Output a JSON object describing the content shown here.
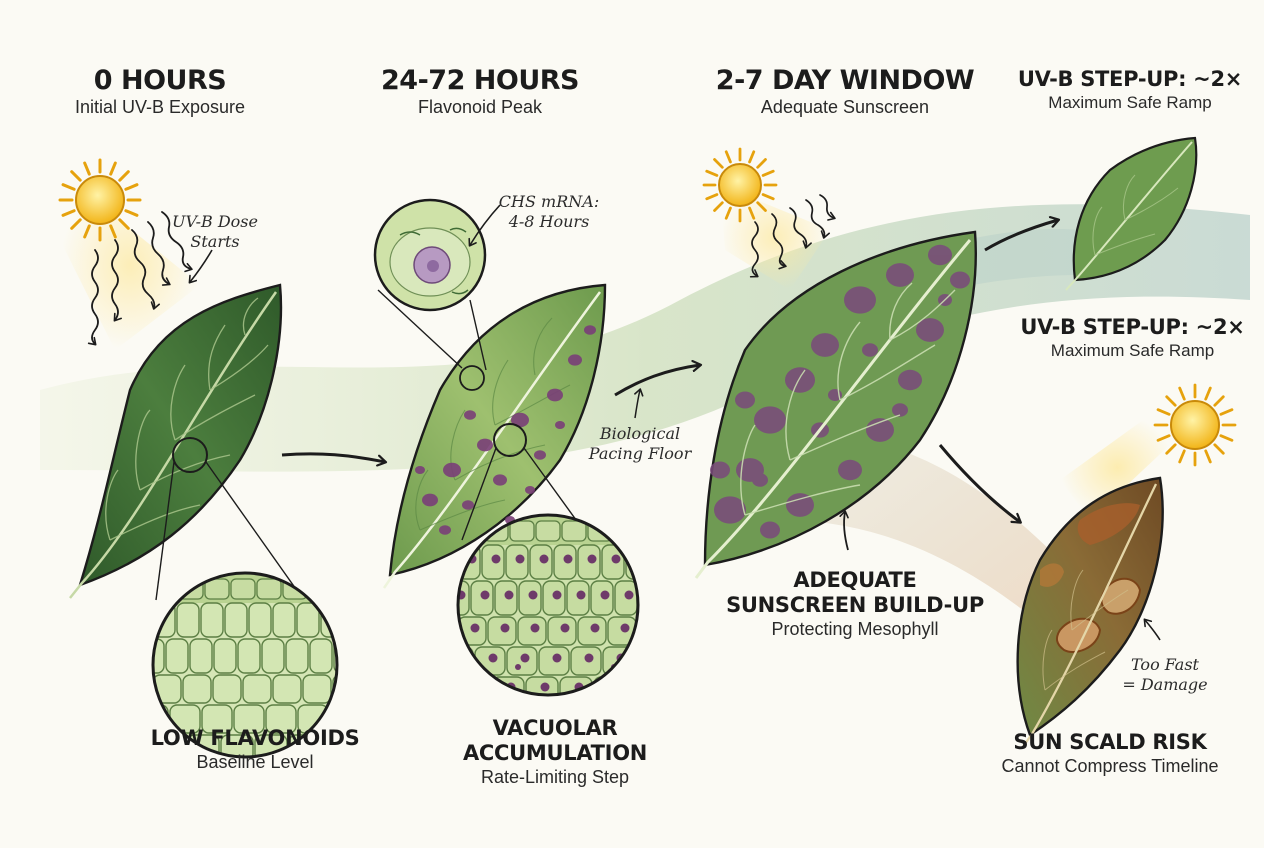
{
  "stages": [
    {
      "title": "0 HOURS",
      "subtitle": "Initial UV-B Exposure"
    },
    {
      "title": "24-72 HOURS",
      "subtitle": "Flavonoid Peak"
    },
    {
      "title": "2-7 DAY WINDOW",
      "subtitle": "Adequate Sunscreen"
    },
    {
      "title": "UV-B STEP-UP: ~2×",
      "subtitle": "Maximum Safe Ramp"
    }
  ],
  "step_up": {
    "title": "UV-B STEP-UP: ~2×",
    "subtitle": "Maximum Safe Ramp"
  },
  "annotations": {
    "dose_line1": "UV-B Dose",
    "dose_line2": "Starts",
    "chs_line1": "CHS mRNA:",
    "chs_line2": "4-8 Hours",
    "pacing_line1": "Biological",
    "pacing_line2": "Pacing Floor",
    "fast_line1": "Too Fast",
    "fast_line2": "= Damage"
  },
  "bottom_labels": [
    {
      "title_lines": [
        "LOW FLAVONOIDS"
      ],
      "subtitle": "Baseline Level"
    },
    {
      "title_lines": [
        "VACUOLAR",
        "ACCUMULATION"
      ],
      "subtitle": "Rate-Limiting Step"
    },
    {
      "title_lines": [
        "ADEQUATE",
        "SUNSCREEN BUILD-UP"
      ],
      "subtitle": "Protecting Mesophyll"
    },
    {
      "title_lines": [
        "SUN SCALD RISK"
      ],
      "subtitle": "Cannot Compress Timeline"
    }
  ],
  "colors": {
    "leaf_dark": "#3f6b35",
    "leaf_light": "#9dbf6e",
    "flavonoid_purple": "#6e3a6a",
    "sun_yellow": "#f6c21c",
    "scald_brown": "#8a5a2b",
    "ink": "#1c1c1c"
  },
  "icons": [
    "sun-icon",
    "arrow-icon",
    "leaf-icon",
    "cell-icon",
    "magnifier-icon"
  ]
}
